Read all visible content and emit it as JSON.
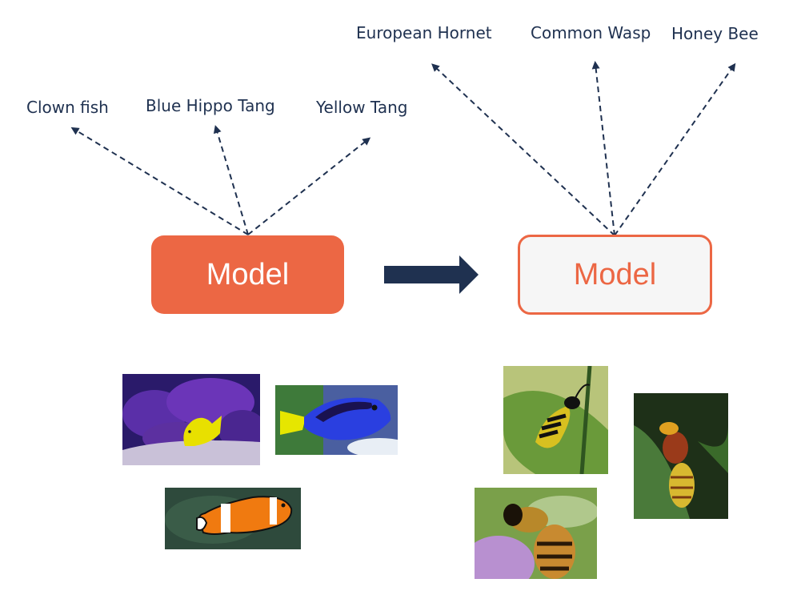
{
  "diagram": {
    "left": {
      "model_label": "Model",
      "outputs": [
        "Clown fish",
        "Blue Hippo Tang",
        "Yellow Tang"
      ],
      "images": [
        "yellow-tang-photo",
        "blue-hippo-tang-photo",
        "clown-fish-photo"
      ]
    },
    "transition": {
      "icon": "right-arrow-icon"
    },
    "right": {
      "model_label": "Model",
      "outputs": [
        "European Hornet",
        "Common Wasp",
        "Honey Bee"
      ],
      "images": [
        "common-wasp-photo",
        "european-hornet-photo",
        "honey-bee-photo"
      ]
    },
    "colors": {
      "accent": "#ec6744",
      "navy": "#1f3150",
      "outline_fill": "#f6f6f6"
    }
  }
}
